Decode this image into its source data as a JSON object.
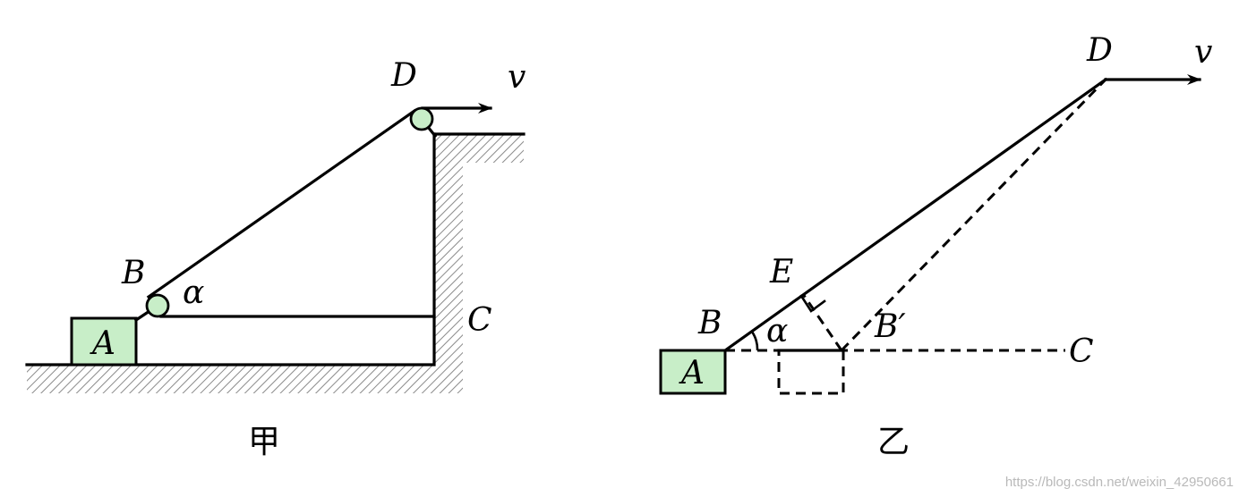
{
  "figure_left": {
    "caption": "甲",
    "labels": {
      "block": "A",
      "pulley_low": "B",
      "pulley_top": "D",
      "corner": "C",
      "angle": "α",
      "velocity": "v"
    }
  },
  "figure_right": {
    "caption": "乙",
    "labels": {
      "block": "A",
      "point_b": "B",
      "point_b_prime": "B′",
      "foot": "E",
      "point_c": "C",
      "point_d": "D",
      "angle": "α",
      "velocity": "v"
    }
  },
  "watermark": "https://blog.csdn.net/weixin_42950661"
}
